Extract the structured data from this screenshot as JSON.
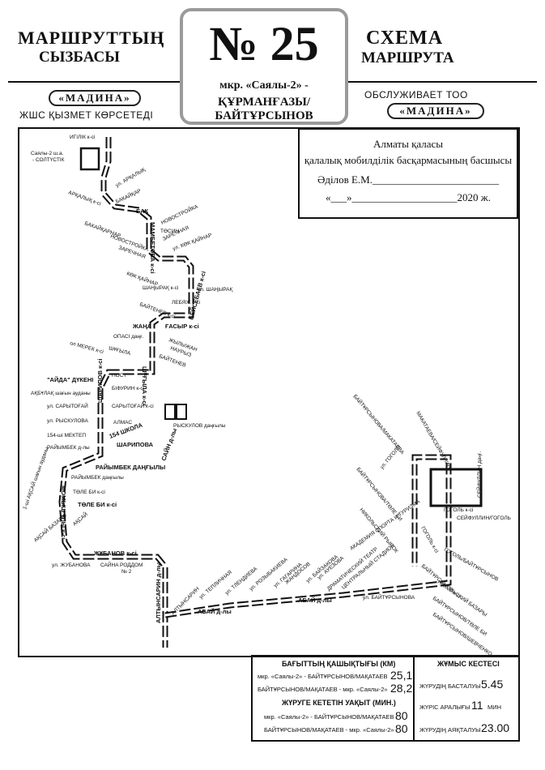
{
  "header": {
    "left_line1": "МАРШРУТТЫҢ",
    "left_line2": "СЫЗБАСЫ",
    "right_line1": "СХЕМА",
    "right_line2": "МАРШРУТА",
    "route_number": "№ 25",
    "route_sub1": "мкр. «Саялы-2» -",
    "route_sub2": "ҚҰРМАНҒАЗЫ/БАЙТҰРСЫНОВ",
    "left_badge": "«МАДИНА»",
    "left_caption": "ЖШС ҚЫЗМЕТ КӨРСЕТЕДІ",
    "right_caption": "ОБСЛУЖИВАЕТ ТОО",
    "right_badge": "«МАДИНА»"
  },
  "approval": {
    "line1": "Алматы қаласы",
    "line2": "қалалық мобилділік басқармасының басшысы",
    "line3": "Әділов Е.М.________________________",
    "line4": "«___»____________________2020 ж."
  },
  "map_labels": {
    "igilik": "ИГІЛІК к-сі",
    "sayaly": "Саялы-2 ш.а.",
    "soltustik": "- СОЛТҮСТІК",
    "arkalyk_left": "АРҚАЛЫҚ к-сі",
    "arkalyk_right": "ул. АРҚАЛЫҚ",
    "bakaikhar_top": "БАКАЙҚАР",
    "bak": "БАК",
    "bakaikhar": "БАКАЙҚАРНАР",
    "novostroika_left": "НОВОСТРОЙКА",
    "zarechnaya_left": "ЗАРЕЧНАЯ",
    "novostroika_right": "НОВОСТРОЙКА",
    "zarechnaya_right": "ЗАРЕЧНАЯ",
    "tosin": "ТӨСИН",
    "mambetova": "МАМБЕТОВА к-сі",
    "kok_kainar_left": "КӨК ҚАЙНАР",
    "kok_kainar_right": "ул. КӨК ҚАЙНАР",
    "shanyrak_left": "ШАҢЫРАҚ к-сі",
    "shanyrak_right": "ул. ШАҢЫРАҚ",
    "baitenev": "БАЙТЕНЕВ к-сі",
    "lebyazh": "ЛЕБЯЖ к-сі",
    "bejsebaev": "БЕЙСЕБАЕВ к-сі",
    "zhana": "ЖАҢА",
    "gasyr": "ҒАСЫР к-сі",
    "opasi": "ОПАСІ даңғ.",
    "shugyla": "ШҰҒЫЛА",
    "ol_merek": "ол МЕРЕК к-сі",
    "zhylyzhan": "ЖЫЛЫЖАН",
    "nauryz": "НАУРЫЗ",
    "baitenov2": "БАЙТЕНЕВ",
    "shugyla_ksi": "ШҰҒЫЛА к-сі",
    "aida": "\"АЙДА\" ДҮКЕНІ",
    "post": "ПОСТ",
    "bifurim": "БІФУРИН к-сі",
    "akbulak": "АҚБҰЛАҚ шағын ауданы",
    "sarytogai_left": "ул. САРЫТОҒАЙ",
    "sarytogai_right": "САРЫТОҒАЙ к-сі",
    "sharipov": "ШАРИПОВ к-сі",
    "ryskulova_left": "ул. РЫСКУЛОВА",
    "almas": "АЛМАС",
    "school154_left": "154-ші МЕКТЕП",
    "school154_right": "154 ШКОЛА",
    "ryskulov_right": "РЫСКУЛОВ даңғылы",
    "raiymbek_ksi": "РАЙЫМБЕК д-лы",
    "sharipova": "ШАРИПОВА",
    "sain": "САЙН д-лы",
    "raiymbek_dangyl": "РАЙЫМБЕК ДАҢҒЫЛЫ",
    "raiymbek_dangyl2": "РАЙЫМБЕК даңғылы",
    "tole_bi_top": "ТӨЛЕ БИ к-сі",
    "tole_bi": "ТӨЛЕ БИ к-сі",
    "momysh_uly": "МОМЫШ ҰЛЫ к-сі",
    "aksai_left": "1-ші АҚСАЙ шағын ауданы",
    "aksai_bazar": "АҚСАЙ БАЗАРЫ",
    "aksai2": "АҚСАЙ",
    "zhubanov": "ЖҰБАНОВ к-сі",
    "zhubanov_left": "ул. ЖУБАНОВА",
    "saina": "САЙНА",
    "roddom": "РОДДОМ",
    "roddom_num": "№ 2",
    "altynsarin": "АЛТЫНСАРИН д-лы",
    "altynsarin2": "АЛТЫНСАРИН",
    "abai_dangyl": "АБАЙ д-лы",
    "abai_dangyl2": "АБАЙ д-лы",
    "teplaya": "ул. ТЕПЛИЧНАЯ",
    "tlendieva": "ул. ТЛЕНДИЕВА",
    "rozybakiev": "ул. РОЗЫБАКИЕВА",
    "gagarin": "ул. ГАГАРИНА",
    "zhandosov": "ЖАНДОСОВ",
    "baizakov": "ул. БАЙЗАКОВА",
    "auezov": "ул. АУЕЗОВА",
    "bajtursynov_bottom": "ул. БАЙТҰРСЫНОВА",
    "drama_theatre": "ДРАМАТИЧЕСКИЙ ТЕАТР",
    "central_stadium": "ЦЕНТРАЛЬНЫЙ СТАДИОН",
    "makataeva": "МАКАТАЕВА/СЕЙФУЛЛИНА",
    "baitursynov_makataev": "БАЙТҰРСЫНОВА/МАКАТАЕВА",
    "gogol": "ул. ГОГОЛЯ",
    "baitursynov_tole_bi": "БАЙТҰРСЫНОВА/ТӨЛЕ БИ",
    "nikolsky": "НИКОЛЬСКИЙ РЫНОК",
    "academy": "АКАДЕМИЯ СПОРТА И ТУРИЗМА",
    "seifullin": "СЕЙФУЛЛИН даңғ.",
    "gogol_ksi": "ГОГОЛЬ к-сі",
    "seifullin_gogol": "СЕЙФУЛЛИН/ГОГОЛЬ",
    "gogol_baitursynov": "ГОГОЛЬ/БАЙТҰРСЫНОВ",
    "baitursynov_right": "БАЙТҰРСЫНОВ к-сі",
    "nikolsky_bazar": "НИКОЛЬСКИЙ БАЗАРЫ",
    "baitursynov_tole_bi2": "БАЙТҰРСЫНОВ/ТӨЛЕ БИ",
    "baitursynov_shevchenko": "БАЙТҰРСЫНОВ/ШЕВЧЕНКО",
    "gogol_k": "ГОГОЛЬ к-сі"
  },
  "distance": {
    "title": "БАҒЫТТЫҢ ҚАШЫҚТЫҒЫ (КМ)",
    "rows": [
      {
        "label": "мкр. «Саялы-2» - БАЙТҰРСЫНОВ/МАҚАТАЕВ",
        "value": "25,1"
      },
      {
        "label": "БАЙТҰРСЫНОВ/МАҚАТАЕВ - мкр. «Саялы-2»",
        "value": "28,2"
      }
    ]
  },
  "travel_time": {
    "title": "ЖҮРУГЕ КЕТЕТІН УАҚЫТ (МИН.)",
    "rows": [
      {
        "label": "мкр. «Саялы-2» - БАЙТҰРСЫНОВ/МАҚАТАЕВ",
        "value": "80"
      },
      {
        "label": "БАЙТҰРСЫНОВ/МАҚАТАЕВ - мкр. «Саялы-2»",
        "value": "80"
      }
    ]
  },
  "schedule": {
    "title": "ЖҰМЫС КЕСТЕСІ",
    "start_label": "ЖҮРУДІҢ БАСТАЛУЫ",
    "start_value": "5.45",
    "interval_label": "ЖҮРІС АРАЛЫҒЫ",
    "interval_value": "11",
    "interval_unit": "МИН",
    "end_label": "ЖҮРУДІҢ АЯҚТАЛУЫ",
    "end_value": "23.00"
  }
}
